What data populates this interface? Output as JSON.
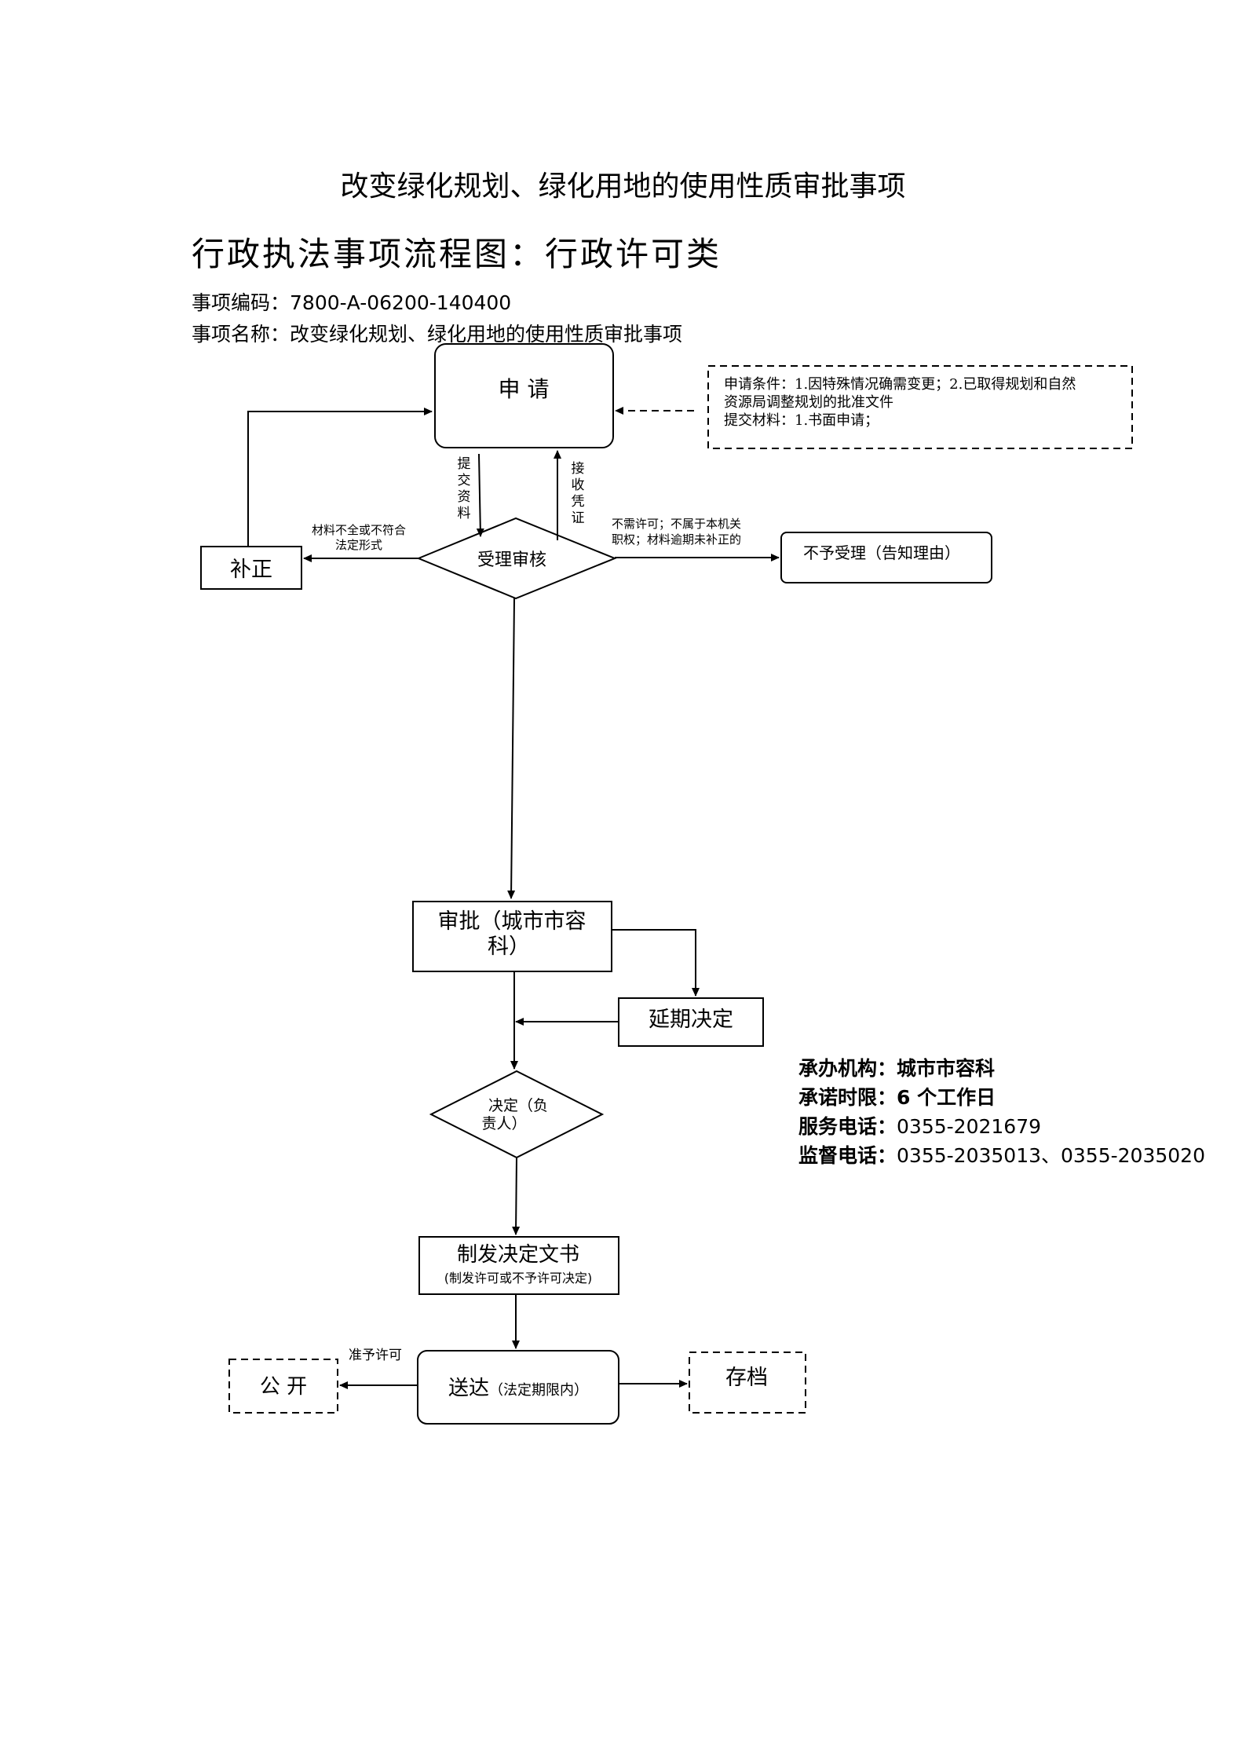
{
  "title": "改变绿化规划、绿化用地的使用性质审批事项",
  "subtitle": "行政执法事项流程图：行政许可类",
  "meta": {
    "code_label": "事项编码：",
    "code_value": "7800-A-06200-140400",
    "name_label": "事项名称：",
    "name_value": "改变绿化规划、绿化用地的使用性质审批事项"
  },
  "nodes": {
    "apply": "申 请",
    "conditions_line1": "申请条件：1.因特殊情况确需变更；2.已取得规划和自然",
    "conditions_line2": "资源局调整规划的批准文件",
    "conditions_line3": "提交材料：1.书面申请；",
    "correct": "补正",
    "review": "受理审核",
    "reject": "不予受理（告知理由）",
    "approve_line1": "审批（城市市容",
    "approve_line2": "科）",
    "extend": "延期决定",
    "decide_line1": "决定（负",
    "decide_line2": "责人）",
    "issue_line1": "制发决定文书",
    "issue_line2": "(制发许可或不予许可决定)",
    "deliver_main": "送达",
    "deliver_sub": "（法定期限内）",
    "public": "公 开",
    "archive": "存档"
  },
  "edges": {
    "submit": [
      "提",
      "交",
      "资",
      "料"
    ],
    "receipt": [
      "接",
      "收",
      "凭",
      "证"
    ],
    "incomplete_line1": "材料不全或不符合",
    "incomplete_line2": "法定形式",
    "no_permit_line1": "不需许可；不属于本机关",
    "no_permit_line2": "职权；材料逾期未补正的",
    "grant": "准予许可"
  },
  "info": {
    "agency_label": "承办机构：",
    "agency_value": "城市市容科",
    "deadline_label": "承诺时限：",
    "deadline_value": "6 个工作日",
    "service_label": "服务电话：",
    "service_value": "0355-2021679",
    "supervise_label": "监督电话：",
    "supervise_value": "0355-2035013、0355-2035020"
  }
}
